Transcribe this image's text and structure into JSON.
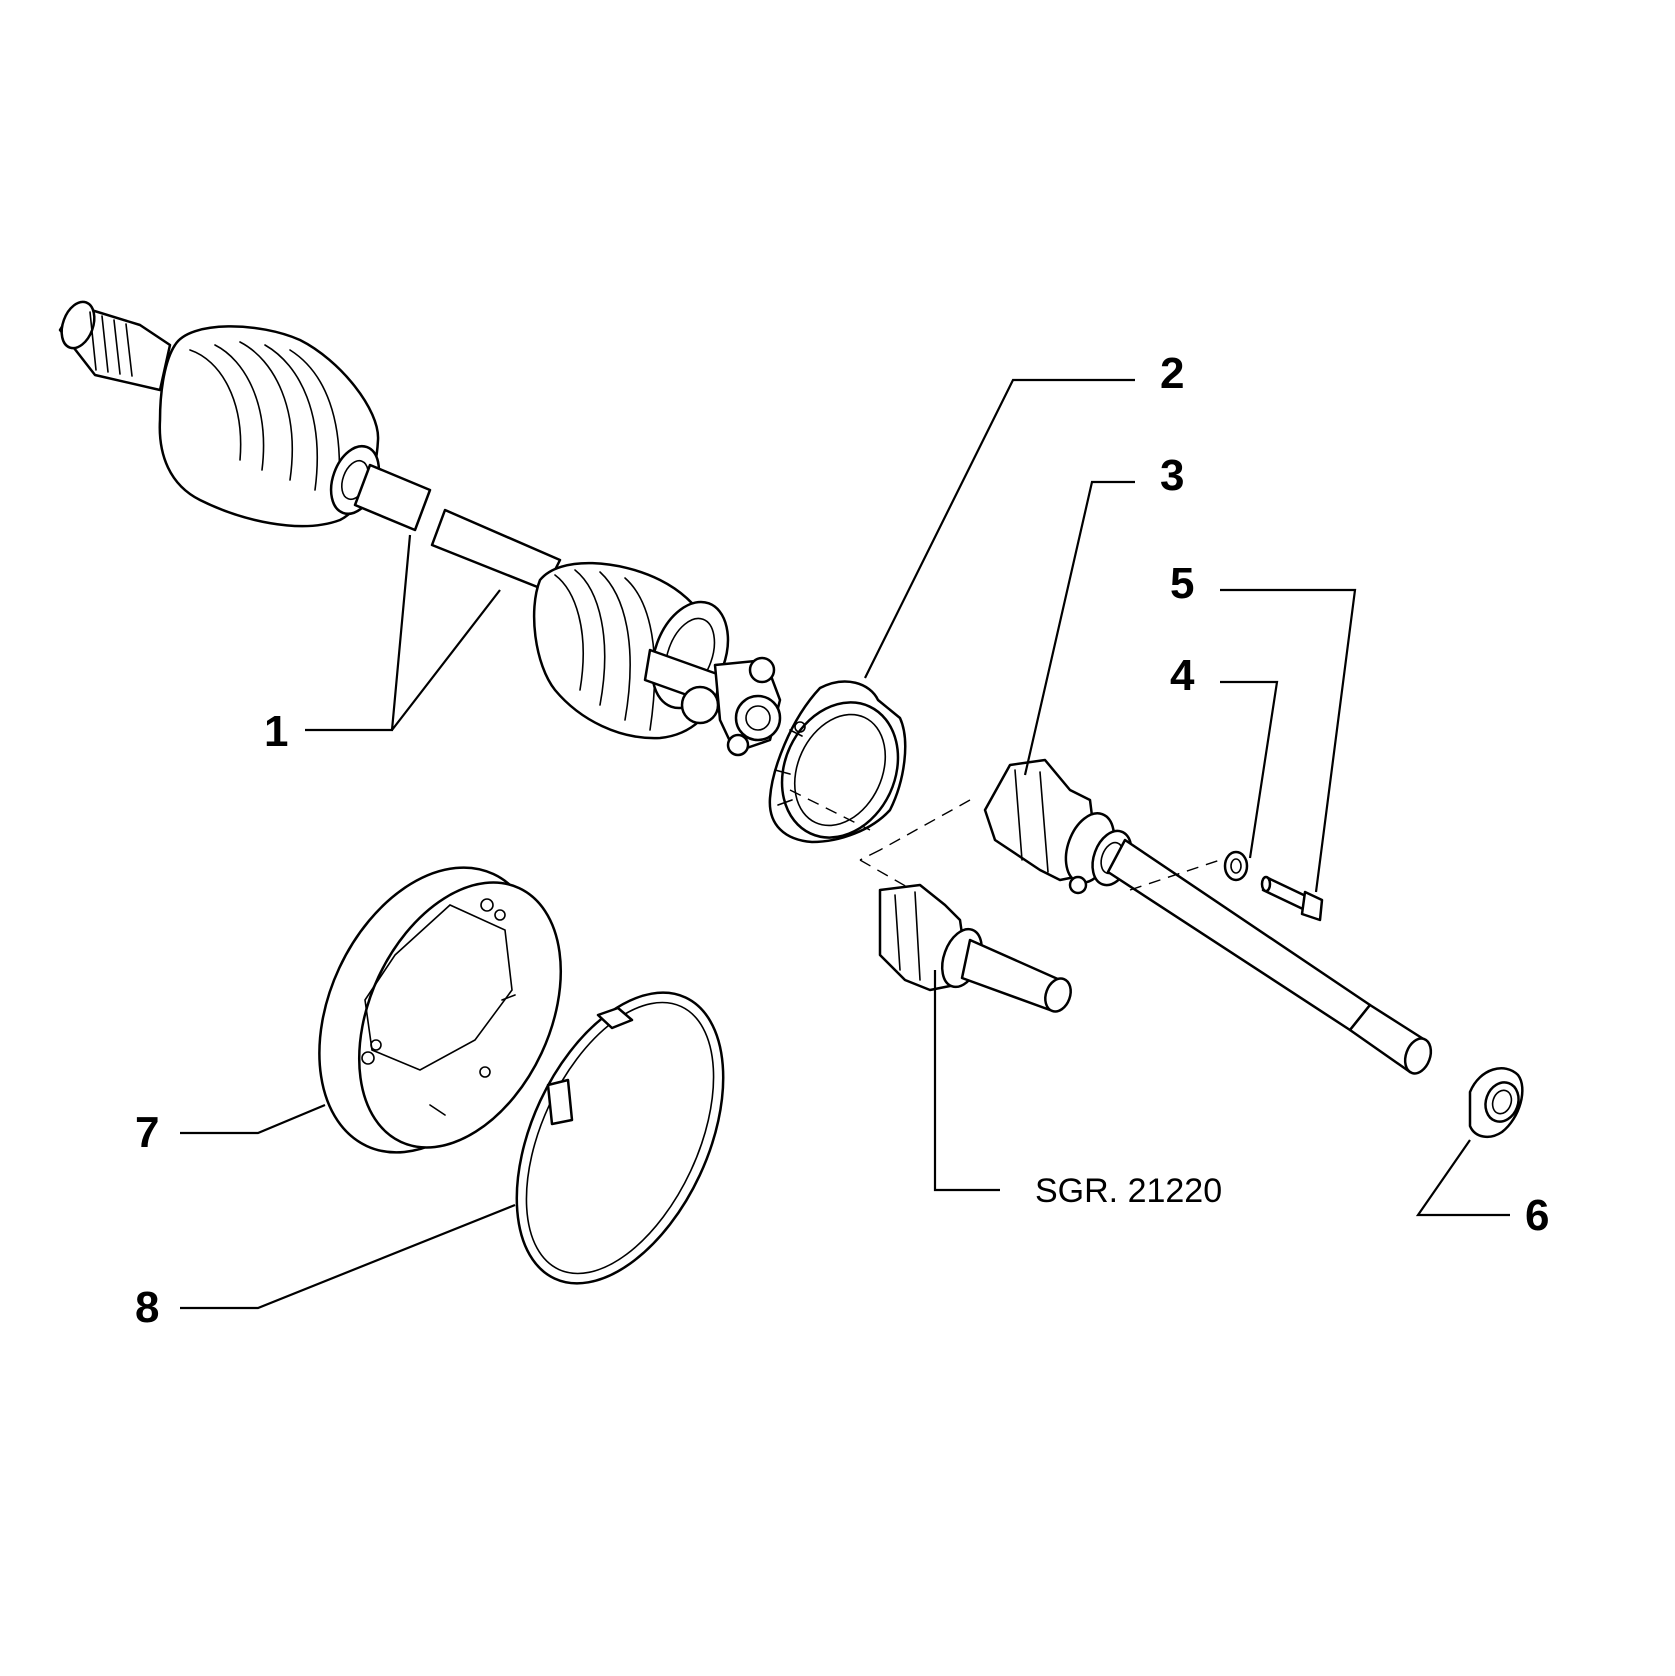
{
  "callouts": [
    {
      "id": "1",
      "label": "1"
    },
    {
      "id": "2",
      "label": "2"
    },
    {
      "id": "3",
      "label": "3"
    },
    {
      "id": "4",
      "label": "4"
    },
    {
      "id": "5",
      "label": "5"
    },
    {
      "id": "6",
      "label": "6"
    },
    {
      "id": "7",
      "label": "7"
    },
    {
      "id": "8",
      "label": "8"
    }
  ],
  "reference": {
    "label": "SGR. 21220"
  }
}
